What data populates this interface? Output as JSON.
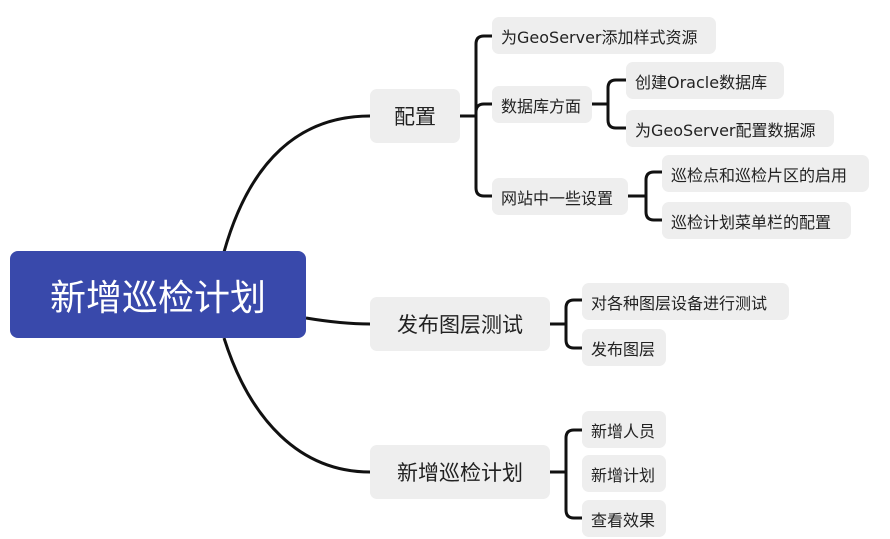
{
  "colors": {
    "root_bg": "#3949ab",
    "node_bg": "#eeeeee",
    "line": "#111111"
  },
  "root": {
    "label": "新增巡检计划"
  },
  "branches": [
    {
      "label": "配置",
      "children": [
        {
          "label": "为GeoServer添加样式资源"
        },
        {
          "label": "数据库方面",
          "children": [
            {
              "label": "创建Oracle数据库"
            },
            {
              "label": "为GeoServer配置数据源"
            }
          ]
        },
        {
          "label": "网站中一些设置",
          "children": [
            {
              "label": "巡检点和巡检片区的启用"
            },
            {
              "label": "巡检计划菜单栏的配置"
            }
          ]
        }
      ]
    },
    {
      "label": "发布图层测试",
      "children": [
        {
          "label": "对各种图层设备进行测试"
        },
        {
          "label": "发布图层"
        }
      ]
    },
    {
      "label": "新增巡检计划",
      "children": [
        {
          "label": "新增人员"
        },
        {
          "label": "新增计划"
        },
        {
          "label": "查看效果"
        }
      ]
    }
  ]
}
